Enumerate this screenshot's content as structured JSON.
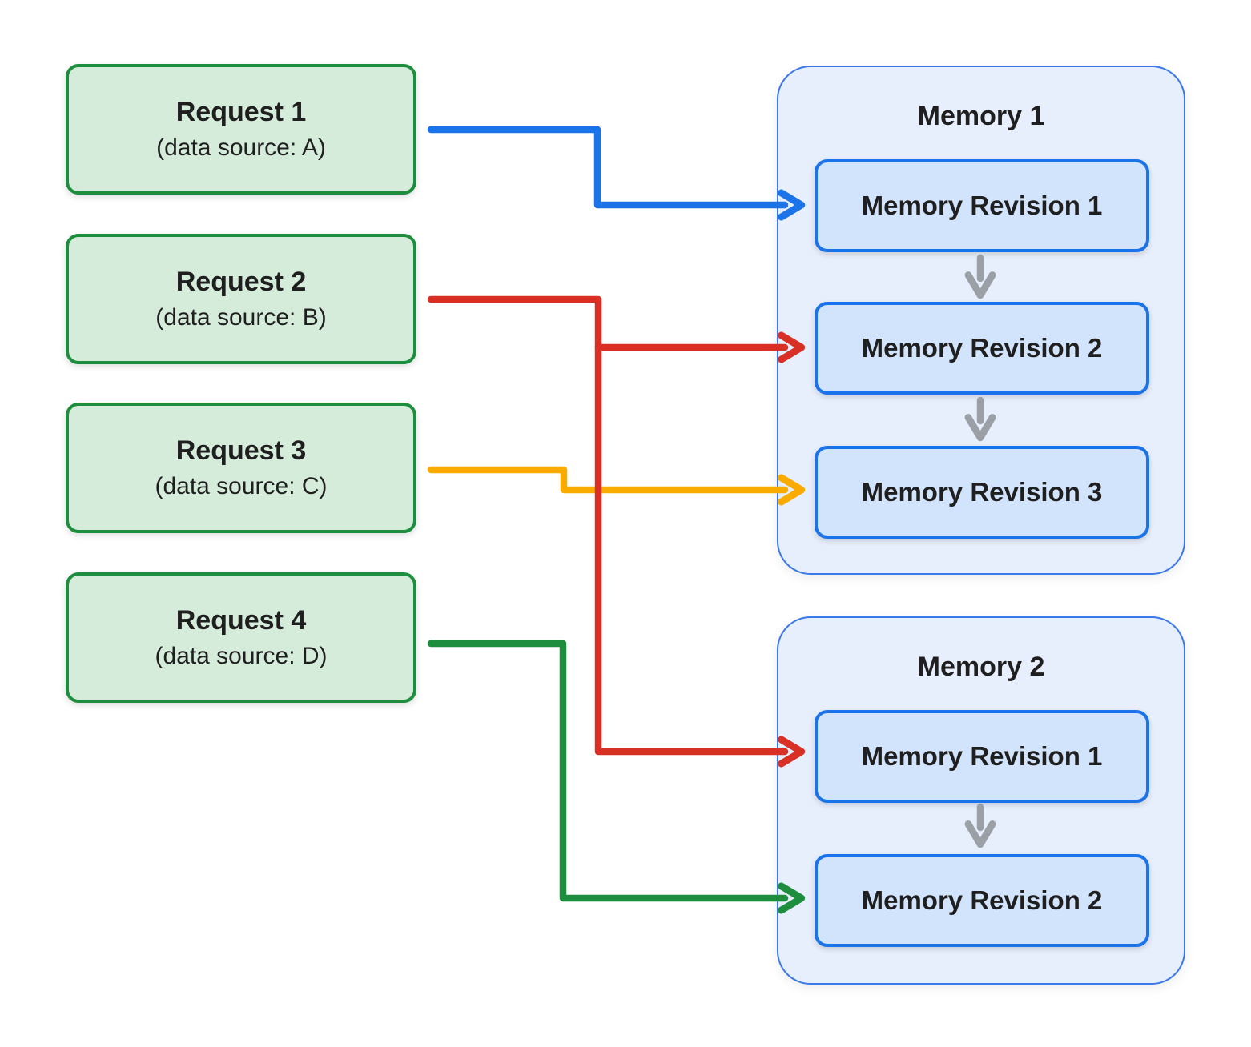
{
  "requests": [
    {
      "title": "Request 1",
      "subtitle": "(data source: A)"
    },
    {
      "title": "Request 2",
      "subtitle": "(data source: B)"
    },
    {
      "title": "Request 3",
      "subtitle": "(data source: C)"
    },
    {
      "title": "Request 4",
      "subtitle": "(data source: D)"
    }
  ],
  "memories": [
    {
      "title": "Memory 1",
      "revisions": [
        {
          "label": "Memory Revision 1"
        },
        {
          "label": "Memory Revision 2"
        },
        {
          "label": "Memory Revision 3"
        }
      ]
    },
    {
      "title": "Memory 2",
      "revisions": [
        {
          "label": "Memory Revision 1"
        },
        {
          "label": "Memory Revision 2"
        }
      ]
    }
  ],
  "connections": [
    {
      "from": "Request 1",
      "to": "Memory 1 / Memory Revision 1",
      "color": "#1a73e8"
    },
    {
      "from": "Request 2",
      "to": "Memory 1 / Memory Revision 2",
      "color": "#d93025"
    },
    {
      "from": "Request 2",
      "to": "Memory 2 / Memory Revision 1",
      "color": "#d93025"
    },
    {
      "from": "Request 3",
      "to": "Memory 1 / Memory Revision 3",
      "color": "#f9ab00"
    },
    {
      "from": "Request 4",
      "to": "Memory 2 / Memory Revision 2",
      "color": "#1e8e3e"
    }
  ],
  "colors": {
    "request_fill": "#d5ecdb",
    "request_border": "#1e8e3e",
    "memory_fill": "#e8effc",
    "memory_border": "#3b78e8",
    "revision_fill": "#d2e3fc",
    "revision_border": "#1a73e8",
    "arrow_blue": "#1a73e8",
    "arrow_red": "#d93025",
    "arrow_yellow": "#f9ab00",
    "arrow_green": "#1e8e3e",
    "arrow_gray": "#9aa0a6",
    "text": "#1f1f1f"
  }
}
